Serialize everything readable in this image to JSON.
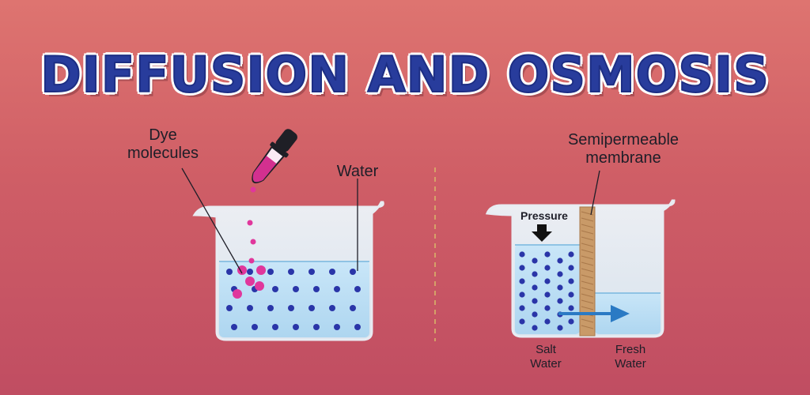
{
  "title": "DIFFUSION AND OSMOSIS",
  "diffusion": {
    "dye_label": "Dye molecules",
    "water_label": "Water"
  },
  "osmosis": {
    "membrane_label": "Semipermeable membrane",
    "pressure_label": "Pressure",
    "salt_label": "Salt Water",
    "fresh_label": "Fresh Water"
  },
  "colors": {
    "water": "#b9dcf2",
    "water_molecule": "#2a35a8",
    "dye_molecule": "#e0379c",
    "membrane": "#c99a68",
    "arrow": "#2a7ac4",
    "title_fill": "#283c9c"
  }
}
